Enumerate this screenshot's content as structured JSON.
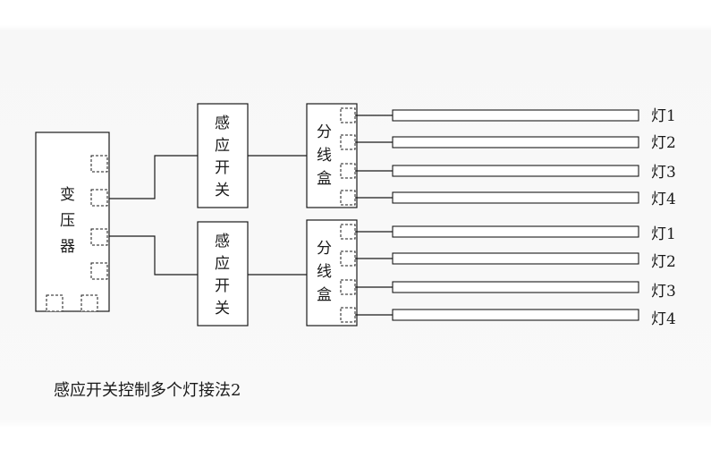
{
  "transformer": {
    "label": [
      "变",
      "压",
      "器"
    ]
  },
  "groups": [
    {
      "switch_label": [
        "感",
        "应",
        "开",
        "关"
      ],
      "junction_label": [
        "分",
        "线",
        "盒"
      ],
      "lamps": [
        "灯1",
        "灯2",
        "灯3",
        "灯4"
      ]
    },
    {
      "switch_label": [
        "感",
        "应",
        "开",
        "关"
      ],
      "junction_label": [
        "分",
        "线",
        "盒"
      ],
      "lamps": [
        "灯1",
        "灯2",
        "灯3",
        "灯4"
      ]
    }
  ],
  "caption": "感应开关控制多个灯接法2"
}
